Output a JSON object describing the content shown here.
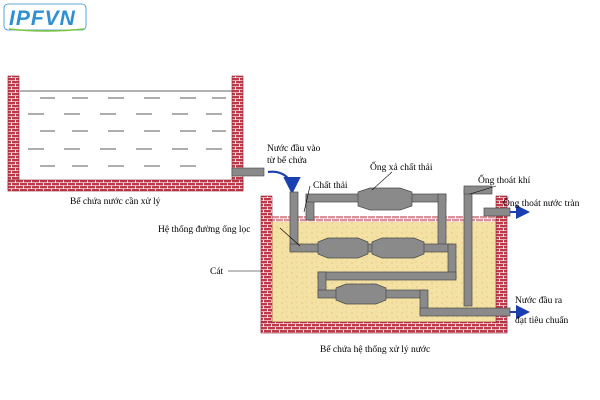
{
  "logo": {
    "text": "IPFVN",
    "color": "#2f8fd0"
  },
  "labels": {
    "tank1_caption": "Bể chứa nước cần xử lý",
    "inlet_line1": "Nước đầu vào",
    "inlet_line2": "từ bể chứa",
    "waste": "Chất thải",
    "waste_pipe": "Ống xả chất thải",
    "vent_pipe": "Ống thoát khí",
    "overflow_pipe": "Ống thoát nước tràn",
    "filter_pipes": "Hệ thống đường ống lọc",
    "sand": "Cát",
    "outlet_line1": "Nước đầu ra",
    "outlet_line2": "đạt tiêu chuẩn",
    "tank2_caption": "Bể chứa hệ thống xử lý nước"
  },
  "colors": {
    "brick": "#c0394a",
    "mortar": "#ffffff",
    "sand": "#f4e1a4",
    "pipe": "#8a8a8a",
    "pipe_outline": "#4a4a4a",
    "arrow_blue": "#1a3fb0",
    "water_line": "#333333"
  }
}
